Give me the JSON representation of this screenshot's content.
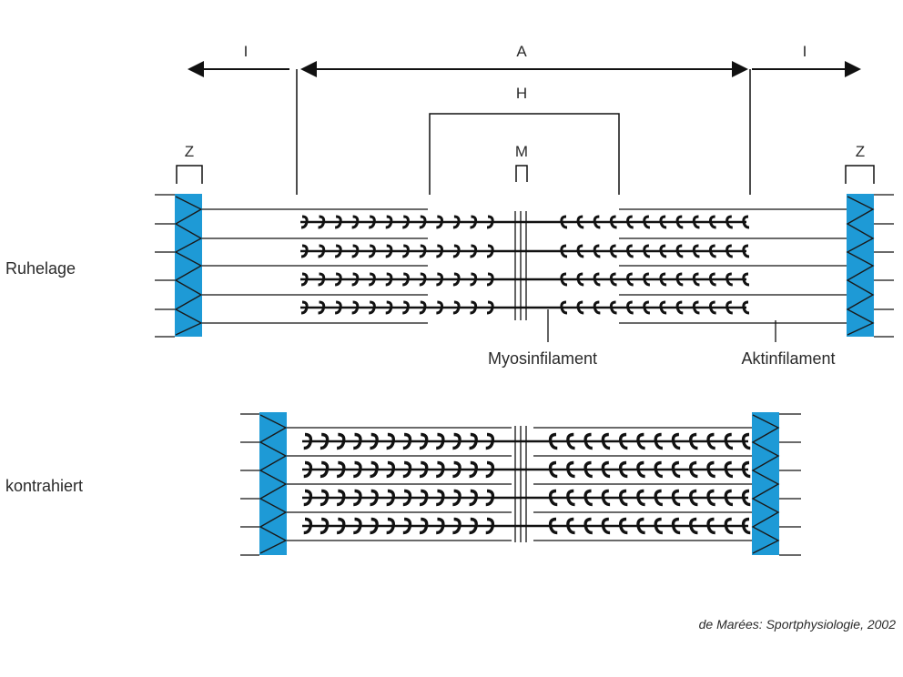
{
  "bands": {
    "i_left": "I",
    "a_band": "A",
    "i_right": "I",
    "h_zone": "H",
    "m_line": "M",
    "z_left": "Z",
    "z_right": "Z"
  },
  "states": {
    "rest": "Ruhelage",
    "contracted": "kontrahiert"
  },
  "filaments": {
    "myosin": "Myosinfilament",
    "actin": "Aktinfilament"
  },
  "citation": "de Marées: Sportphysiologie, 2002",
  "colors": {
    "z_disc": "#1e9ad6",
    "line": "#111111"
  }
}
